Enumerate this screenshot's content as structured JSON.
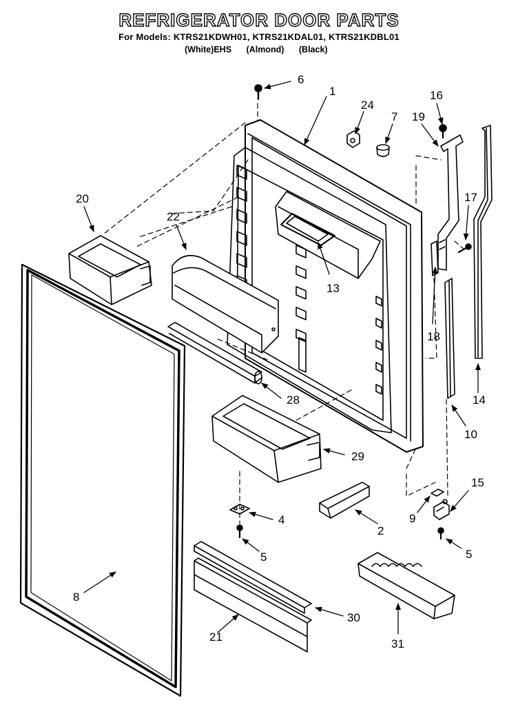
{
  "title": "REFRIGERATOR DOOR PARTS",
  "models_line": "For Models: KTRS21KDWH01, KTRS21KDAL01, KTRS21KDBL01",
  "colors": [
    "(White)EHS",
    "(Almond)",
    "(Black)"
  ],
  "callouts": [
    {
      "id": "6",
      "text": "6"
    },
    {
      "id": "1",
      "text": "1"
    },
    {
      "id": "24",
      "text": "24"
    },
    {
      "id": "7",
      "text": "7"
    },
    {
      "id": "16",
      "text": "16"
    },
    {
      "id": "19",
      "text": "19"
    },
    {
      "id": "17",
      "text": "17"
    },
    {
      "id": "20",
      "text": "20"
    },
    {
      "id": "22",
      "text": "22"
    },
    {
      "id": "13",
      "text": "13"
    },
    {
      "id": "18",
      "text": "18"
    },
    {
      "id": "14",
      "text": "14"
    },
    {
      "id": "28",
      "text": "28"
    },
    {
      "id": "10",
      "text": "10"
    },
    {
      "id": "29",
      "text": "29"
    },
    {
      "id": "15",
      "text": "15"
    },
    {
      "id": "9",
      "text": "9"
    },
    {
      "id": "4",
      "text": "4"
    },
    {
      "id": "2",
      "text": "2"
    },
    {
      "id": "5a",
      "text": "5"
    },
    {
      "id": "5b",
      "text": "5"
    },
    {
      "id": "8",
      "text": "8"
    },
    {
      "id": "30",
      "text": "30"
    },
    {
      "id": "21",
      "text": "21"
    },
    {
      "id": "31",
      "text": "31"
    }
  ]
}
